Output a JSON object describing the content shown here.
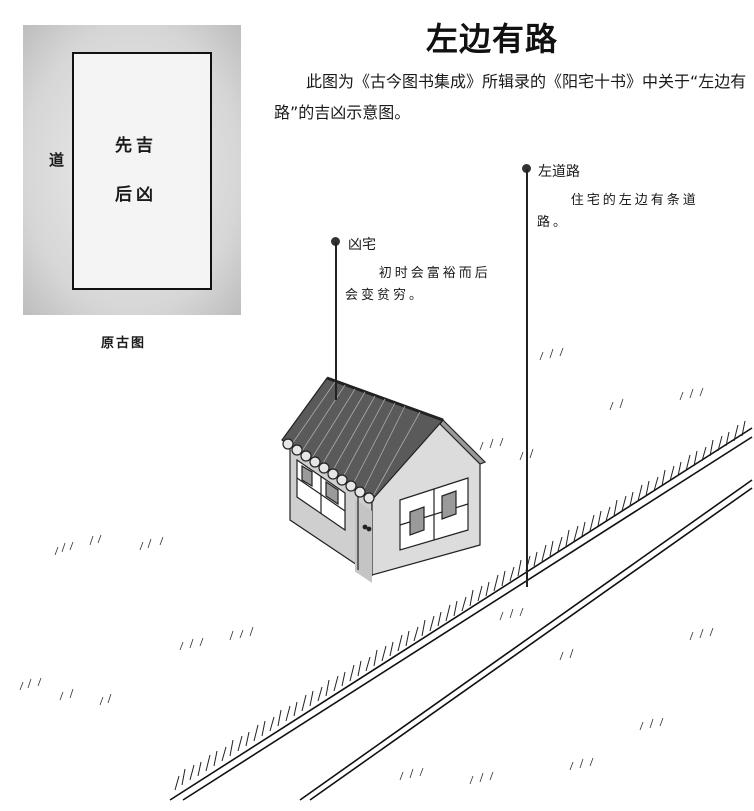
{
  "header": {
    "title": "左边有路",
    "intro": "此图为《古今图书集成》所辑录的《阳宅十书》中关于“左边有路”的吉凶示意图。"
  },
  "ancient_figure": {
    "road_label": "道",
    "line1": "先吉",
    "line2": "后凶",
    "caption": "原古图"
  },
  "callouts": [
    {
      "label": "凶宅",
      "description": "初时会富裕而后会变贫穷。"
    },
    {
      "label": "左道路",
      "description": "住宅的左边有条道路。"
    }
  ],
  "colors": {
    "ink": "#111111",
    "roof": "#555555",
    "wall_front": "#cfcfcf",
    "wall_side": "#dcdcdc",
    "window_pane": "#9a9a9a",
    "paper_bg": "#d6d6d6"
  }
}
